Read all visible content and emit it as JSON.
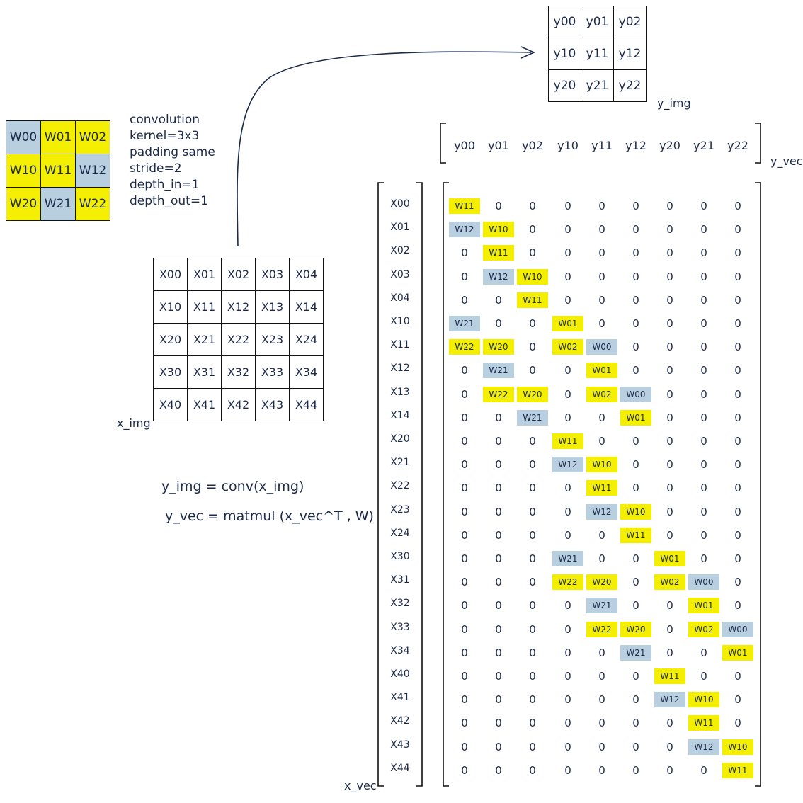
{
  "kernel": {
    "rows": [
      [
        {
          "t": "W00",
          "h": "b"
        },
        {
          "t": "W01",
          "h": "y"
        },
        {
          "t": "W02",
          "h": "y"
        }
      ],
      [
        {
          "t": "W10",
          "h": "y"
        },
        {
          "t": "W11",
          "h": "y"
        },
        {
          "t": "W12",
          "h": "b"
        }
      ],
      [
        {
          "t": "W20",
          "h": "y"
        },
        {
          "t": "W21",
          "h": "b"
        },
        {
          "t": "W22",
          "h": "y"
        }
      ]
    ]
  },
  "params": [
    "convolution",
    "kernel=3x3",
    "padding same",
    "stride=2",
    "depth_in=1",
    "depth_out=1"
  ],
  "x_img": {
    "label": "x_img",
    "rows": [
      [
        "X00",
        "X01",
        "X02",
        "X03",
        "X04"
      ],
      [
        "X10",
        "X11",
        "X12",
        "X13",
        "X14"
      ],
      [
        "X20",
        "X21",
        "X22",
        "X23",
        "X24"
      ],
      [
        "X30",
        "X31",
        "X32",
        "X33",
        "X34"
      ],
      [
        "X40",
        "X41",
        "X42",
        "X43",
        "X44"
      ]
    ]
  },
  "y_img": {
    "label": "y_img",
    "rows": [
      [
        "y00",
        "y01",
        "y02"
      ],
      [
        "y10",
        "y11",
        "y12"
      ],
      [
        "y20",
        "y21",
        "y22"
      ]
    ]
  },
  "y_vec": {
    "label": "y_vec",
    "items": [
      "y00",
      "y01",
      "y02",
      "y10",
      "y11",
      "y12",
      "y20",
      "y21",
      "y22"
    ]
  },
  "x_vec": {
    "label": "x_vec",
    "items": [
      "X00",
      "X01",
      "X02",
      "X03",
      "X04",
      "X10",
      "X11",
      "X12",
      "X13",
      "X14",
      "X20",
      "X21",
      "X22",
      "X23",
      "X24",
      "X30",
      "X31",
      "X32",
      "X33",
      "X34",
      "X40",
      "X41",
      "X42",
      "X43",
      "X44"
    ]
  },
  "equations": [
    "y_img = conv(x_img)",
    "y_vec = matmul (x_vec^T , W)"
  ],
  "matrix": {
    "zero": "0",
    "colors": {
      "yellow": "#f4ee00",
      "blue": "#b8cfe0"
    },
    "cells": [
      [
        [
          0,
          "W11",
          "y"
        ]
      ],
      [
        [
          0,
          "W12",
          "b"
        ],
        [
          1,
          "W10",
          "y"
        ]
      ],
      [
        [
          1,
          "W11",
          "y"
        ]
      ],
      [
        [
          1,
          "W12",
          "b"
        ],
        [
          2,
          "W10",
          "y"
        ]
      ],
      [
        [
          2,
          "W11",
          "y"
        ]
      ],
      [
        [
          0,
          "W21",
          "b"
        ],
        [
          3,
          "W01",
          "y"
        ]
      ],
      [
        [
          0,
          "W22",
          "y"
        ],
        [
          1,
          "W20",
          "y"
        ],
        [
          3,
          "W02",
          "y"
        ],
        [
          4,
          "W00",
          "b"
        ]
      ],
      [
        [
          1,
          "W21",
          "b"
        ],
        [
          4,
          "W01",
          "y"
        ]
      ],
      [
        [
          1,
          "W22",
          "y"
        ],
        [
          2,
          "W20",
          "y"
        ],
        [
          4,
          "W02",
          "y"
        ],
        [
          5,
          "W00",
          "b"
        ]
      ],
      [
        [
          2,
          "W21",
          "b"
        ],
        [
          5,
          "W01",
          "y"
        ]
      ],
      [
        [
          3,
          "W11",
          "y"
        ]
      ],
      [
        [
          3,
          "W12",
          "b"
        ],
        [
          4,
          "W10",
          "y"
        ]
      ],
      [
        [
          4,
          "W11",
          "y"
        ]
      ],
      [
        [
          4,
          "W12",
          "b"
        ],
        [
          5,
          "W10",
          "y"
        ]
      ],
      [
        [
          5,
          "W11",
          "y"
        ]
      ],
      [
        [
          3,
          "W21",
          "b"
        ],
        [
          6,
          "W01",
          "y"
        ]
      ],
      [
        [
          3,
          "W22",
          "y"
        ],
        [
          4,
          "W20",
          "y"
        ],
        [
          6,
          "W02",
          "y"
        ],
        [
          7,
          "W00",
          "b"
        ]
      ],
      [
        [
          4,
          "W21",
          "b"
        ],
        [
          7,
          "W01",
          "y"
        ]
      ],
      [
        [
          4,
          "W22",
          "y"
        ],
        [
          5,
          "W20",
          "y"
        ],
        [
          7,
          "W02",
          "y"
        ],
        [
          8,
          "W00",
          "b"
        ]
      ],
      [
        [
          5,
          "W21",
          "b"
        ],
        [
          8,
          "W01",
          "y"
        ]
      ],
      [
        [
          6,
          "W11",
          "y"
        ]
      ],
      [
        [
          6,
          "W12",
          "b"
        ],
        [
          7,
          "W10",
          "y"
        ]
      ],
      [
        [
          7,
          "W11",
          "y"
        ]
      ],
      [
        [
          7,
          "W12",
          "b"
        ],
        [
          8,
          "W10",
          "y"
        ]
      ],
      [
        [
          8,
          "W11",
          "y"
        ]
      ]
    ]
  }
}
